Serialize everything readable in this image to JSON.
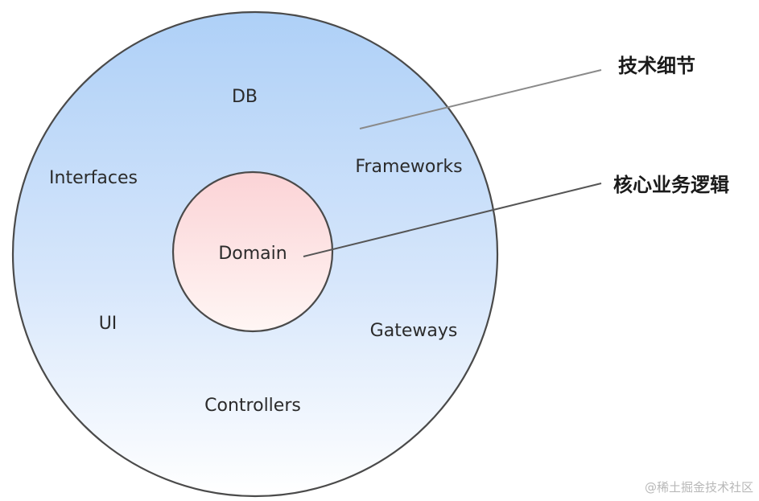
{
  "layers": {
    "outer_labels": {
      "db": "DB",
      "interfaces": "Interfaces",
      "frameworks": "Frameworks",
      "ui": "UI",
      "gateways": "Gateways",
      "controllers": "Controllers"
    },
    "inner_label": "Domain"
  },
  "annotations": {
    "tech_details": "技术细节",
    "core_business_logic": "核心业务逻辑"
  },
  "watermark": "@稀土掘金技术社区",
  "colors": {
    "outer_top": "#aed0f7",
    "outer_bottom": "#ffffff",
    "inner_top": "#fbd3d6",
    "inner_bottom": "#fff6f4",
    "stroke": "#4a4a4a",
    "leader": "#8a8a8a"
  }
}
